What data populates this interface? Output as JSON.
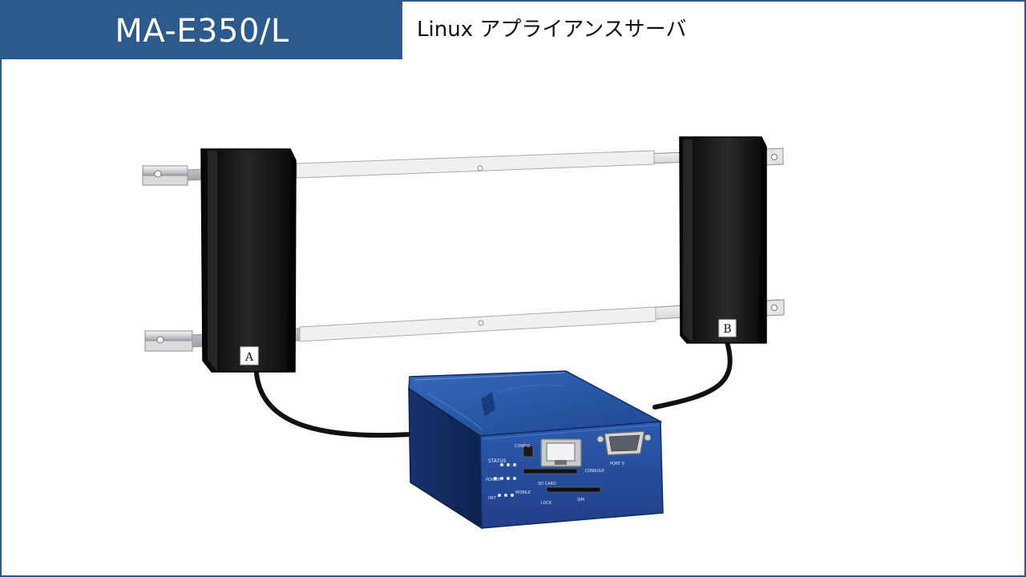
{
  "header": {
    "title": "MA-E350/L"
  },
  "subtitle": "Linux アプライアンスサーバ",
  "product": {
    "antenna_a_label": "A",
    "antenna_b_label": "B",
    "device_labels": {
      "status": "STATUS",
      "config": "CONFIG",
      "power": "POWER",
      "mobile": "MOBILE",
      "init": "INIT",
      "sd_card": "SD CARD",
      "console": "CONSOLE",
      "port": "PORT 0",
      "lock": "LOCK",
      "sim": "SIM"
    }
  }
}
